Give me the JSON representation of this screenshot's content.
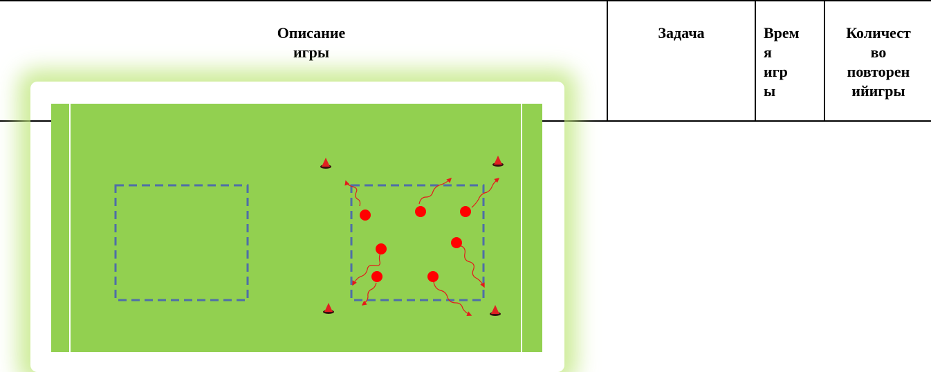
{
  "table": {
    "headers": [
      "Описание\nигры",
      "Задача",
      "Врем\nя\nигр\nы",
      "Количест\nво\nповторен\nийигры"
    ]
  },
  "colors": {
    "field": "#92d050",
    "field_glow": "#c6e89a",
    "zone_dash": "#4f6ea8",
    "player": "#ff0000",
    "cone": "#e02020",
    "line": "#ffffff"
  },
  "diagram": {
    "players": 7,
    "cones": 4,
    "zones": 2
  }
}
